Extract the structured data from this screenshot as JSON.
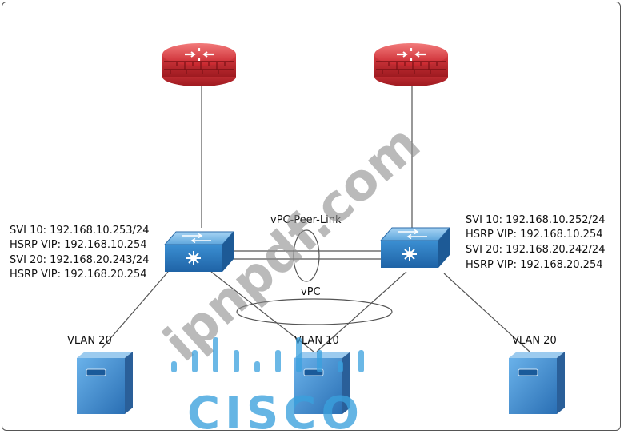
{
  "left_switch": {
    "lines": [
      "SVI 10: 192.168.10.253/24",
      "HSRP VIP: 192.168.10.254",
      "SVI 20: 192.168.20.243/24",
      "HSRP VIP: 192.168.20.254"
    ]
  },
  "right_switch": {
    "lines": [
      "SVI 10: 192.168.10.252/24",
      "HSRP VIP: 192.168.10.254",
      "SVI 20: 192.168.20.242/24",
      "HSRP VIP: 192.168.20.254"
    ]
  },
  "peer_link_label": "vPC-Peer-Link",
  "vpc_label": "vPC",
  "servers": [
    {
      "vlan": "VLAN 20"
    },
    {
      "vlan": "VLAN 10"
    },
    {
      "vlan": "VLAN 20"
    }
  ],
  "watermarks": {
    "site": "ipnpdf.com",
    "brand": "CISCO"
  },
  "colors": {
    "firewall": "#d9363e",
    "switch": "#3a86c8",
    "server": "#3f8ad0",
    "watermark_grey": "#9a9a9a",
    "watermark_blue": "#3aa0dd"
  }
}
